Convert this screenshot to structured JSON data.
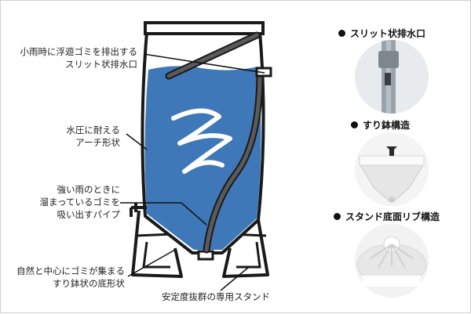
{
  "callouts": {
    "slit_outlet": [
      "小雨時に浮遊ゴミを排出する",
      "スリット状排水口"
    ],
    "arch": [
      "水圧に耐える",
      "アーチ形状"
    ],
    "pipe": [
      "強い雨のときに",
      "溜まっているゴミを",
      "吸い出すパイプ"
    ],
    "bowl": [
      "自然と中心にゴミが集まる",
      "すり鉢状の底形状"
    ],
    "stand": [
      "安定度抜群の専用スタンド"
    ]
  },
  "features": [
    {
      "label": "スリット状排水口"
    },
    {
      "label": "すり鉢構造"
    },
    {
      "label": "スタンド底面リブ構造"
    }
  ],
  "colors": {
    "water": "#3f78b8",
    "outline": "#1a1a1a",
    "pipe": "#4a4a4a"
  }
}
